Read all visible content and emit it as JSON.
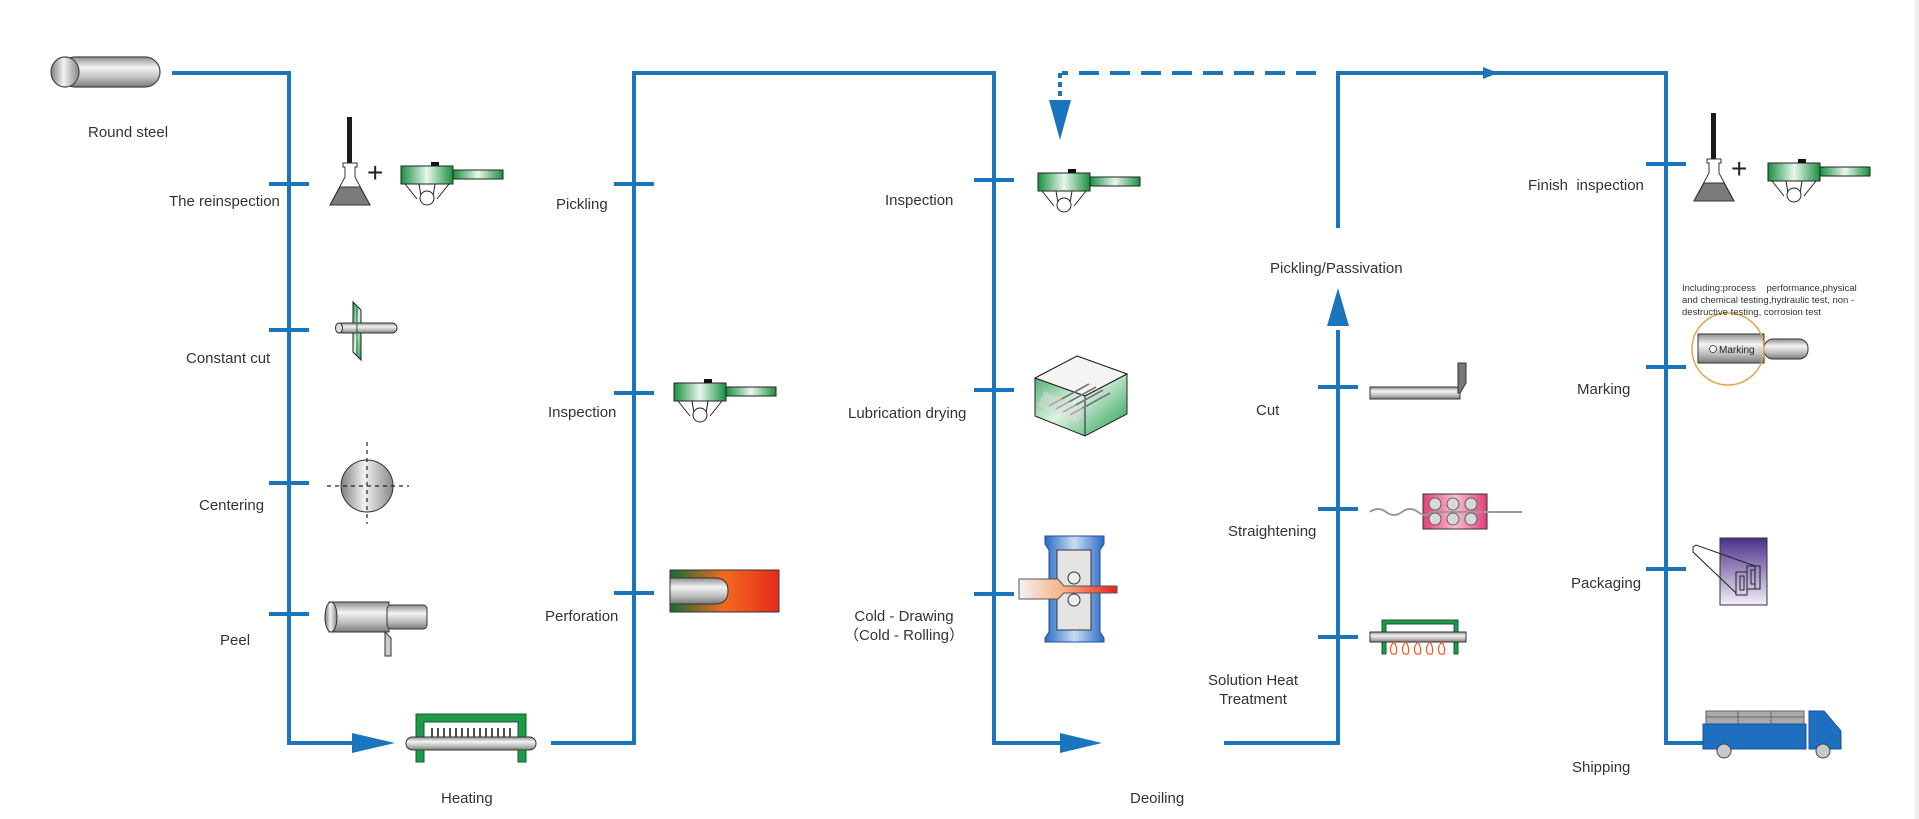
{
  "title": "Seamless steel pipe production process flow",
  "colors": {
    "flow_line": "#1b75bc",
    "equipment_green": "#1e9a4a",
    "bath_orange": "#f39a1e",
    "bath_red": "#c0392b",
    "truck_blue": "#1f6fc0",
    "marking_ring": "#e2a64c",
    "packaging_purple": "#5a3f93",
    "straightener_pink": "#e0407a"
  },
  "steps": {
    "round_steel": "Round steel",
    "reinspection": "The reinspection",
    "constant_cut": "Constant cut",
    "centering": "Centering",
    "peel": "Peel",
    "heating": "Heating",
    "perforation": "Perforation",
    "inspection_1": "Inspection",
    "pickling": "Pickling",
    "inspection_2": "Inspection",
    "lubrication_drying": "Lubrication drying",
    "cold_drawing_line1": "Cold - Drawing",
    "cold_drawing_line2": "（Cold - Rolling）",
    "deoiling": "Deoiling",
    "solution_heat_line1": "Solution Heat",
    "solution_heat_line2": "Treatment",
    "straightening": "Straightening",
    "cut": "Cut",
    "pickling_passivation": "Pickling/Passivation",
    "finish_inspection": "Finish  inspection",
    "marking": "Marking",
    "packaging": "Packaging",
    "shipping": "Shipping"
  },
  "finish_inspection_note": {
    "line1": "Including:process    performance,physical",
    "line2": "and chemical testing,hydraulic test, non -",
    "line3": "destructive testing, corrosion test"
  },
  "marking_icon_text": "Marking",
  "plus_sign": "+"
}
